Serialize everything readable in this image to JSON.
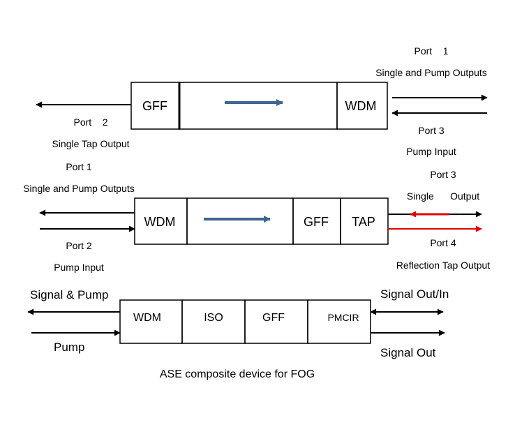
{
  "diagram1": {
    "port1_label": "Port    1",
    "port1_desc": "Single and Pump Outputs",
    "gff": "GFF",
    "wdm": "WDM",
    "port2_label": "Port    2",
    "port2_desc": "Single Tap Output",
    "port3_label": "Port 3",
    "port3_desc": "Pump Input"
  },
  "diagram2": {
    "port1_label": "Port 1",
    "port1_desc": "Single and Pump Outputs",
    "wdm": "WDM",
    "gff": "GFF",
    "tap": "TAP",
    "port2_label": "Port 2",
    "port2_desc": "Pump Input",
    "port3_label": "Port 3",
    "port3_desc": "Single      Output",
    "port4_label": "Port 4",
    "port4_desc": "Reflection Tap Output"
  },
  "diagram3": {
    "signal_pump": "Signal & Pump",
    "pump": "Pump",
    "wdm": "WDM",
    "iso": "ISO",
    "gff": "GFF",
    "pmcir": "PMCIR",
    "signal_out_in": "Signal Out/In",
    "signal_out": "Signal Out",
    "caption": "ASE composite device for FOG"
  },
  "colors": {
    "line": "#000000",
    "isolator_arrow": "#3f6592",
    "reflection": "#e60000"
  }
}
